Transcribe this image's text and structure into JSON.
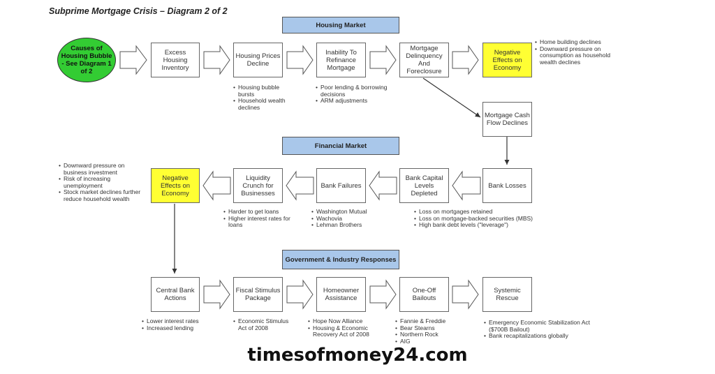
{
  "title": "Subprime Mortgage Crisis – Diagram 2 of 2",
  "headers": {
    "housing": "Housing Market",
    "financial": "Financial Market",
    "government": "Government & Industry Responses"
  },
  "nodes": {
    "causes": "Causes of Housing Bubble - See Diagram 1 of 2",
    "excess": "Excess Housing Inventory",
    "prices": "Housing Prices Decline",
    "inability": "Inability To Refinance Mortgage",
    "delinquency": "Mortgage Delinquency And Foreclosure",
    "negative_top": "Negative Effects on Economy",
    "cashflow": "Mortgage Cash Flow Declines",
    "losses": "Bank Losses",
    "capital": "Bank Capital Levels Depleted",
    "failures": "Bank Failures",
    "liquidity": "Liquidity Crunch for Businesses",
    "negative_mid": "Negative Effects on Economy",
    "central": "Central Bank Actions",
    "fiscal": "Fiscal Stimulus Package",
    "homeowner": "Homeowner Assistance",
    "oneoff": "One-Off Bailouts",
    "systemic": "Systemic Rescue"
  },
  "notes": {
    "prices": [
      "Housing bubble bursts",
      "Household wealth declines"
    ],
    "inability": [
      "Poor lending & borrowing decisions",
      "ARM adjustments"
    ],
    "negative_top": [
      "Home building declines",
      "Downward pressure on consumption as household wealth declines"
    ],
    "negative_mid": [
      "Downward pressure on business investment",
      "Risk of increasing unemployment",
      "Stock market declines further reduce household wealth"
    ],
    "liquidity": [
      "Harder to get loans",
      "Higher interest rates for loans"
    ],
    "failures": [
      "Washington Mutual",
      "Wachovia",
      "Lehman Brothers"
    ],
    "capital": [
      "Loss on mortgages retained",
      "Loss on mortgage-backed securities (MBS)",
      "High bank debt levels (\"leverage\")"
    ],
    "central": [
      "Lower interest rates",
      "Increased lending"
    ],
    "fiscal": [
      "Economic Stimulus Act of 2008"
    ],
    "homeowner": [
      "Hope Now Alliance",
      "Housing & Economic Recovery Act of 2008"
    ],
    "oneoff": [
      "Fannie & Freddie",
      "Bear Stearns",
      "Northern Rock",
      "AIG"
    ],
    "systemic": [
      "Emergency Economic Stabilization Act ($700B Bailout)",
      "Bank recapitalizations globally"
    ]
  },
  "footer": "timesofmoney24.com",
  "colors": {
    "header": "#a9c7ea",
    "negative": "#ffff33",
    "causes": "#33cc33"
  }
}
